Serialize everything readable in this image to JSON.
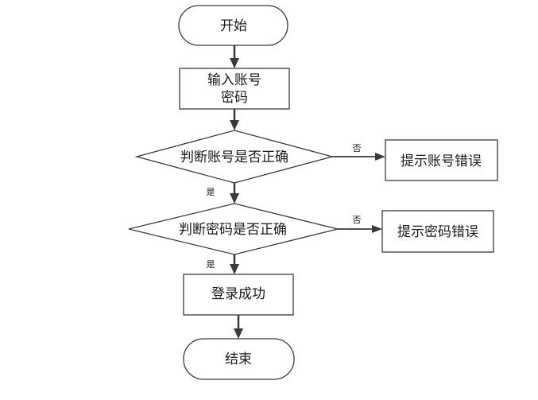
{
  "nodes": {
    "start": {
      "label": "开始"
    },
    "input": {
      "line1": "输入账号",
      "line2": "密码"
    },
    "check_account": {
      "label": "判断账号是否正确"
    },
    "account_error": {
      "label": "提示账号错误"
    },
    "check_password": {
      "label": "判断密码是否正确"
    },
    "password_error": {
      "label": "提示密码错误"
    },
    "login_success": {
      "label": "登录成功"
    },
    "end": {
      "label": "结束"
    }
  },
  "edges": {
    "account_no": "否",
    "account_yes": "是",
    "password_no": "否",
    "password_yes": "是"
  },
  "colors": {
    "stroke": "#3a3a3a",
    "text": "#1a1a1a",
    "fill": "#ffffff"
  }
}
